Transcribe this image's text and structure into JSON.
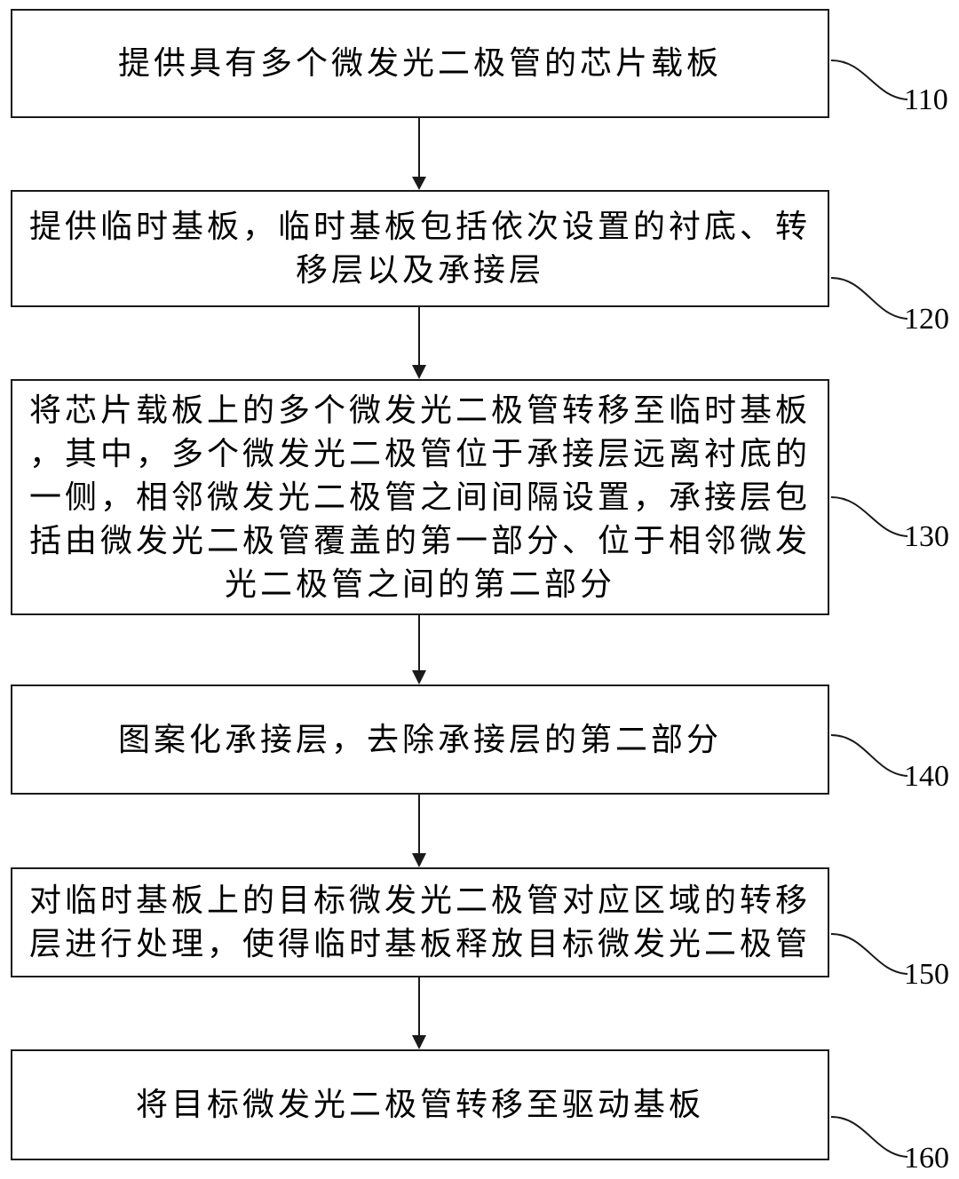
{
  "steps": [
    {
      "id": "110",
      "text": "提供具有多个微发光二极管的芯片载板"
    },
    {
      "id": "120",
      "text": "提供临时基板，临时基板包括依次设置的衬底、转\n移层以及承接层"
    },
    {
      "id": "130",
      "text": "将芯片载板上的多个微发光二极管转移至临时基板\n，其中，多个微发光二极管位于承接层远离衬底的\n一侧，相邻微发光二极管之间间隔设置，承接层包\n括由微发光二极管覆盖的第一部分、位于相邻微发\n光二极管之间的第二部分"
    },
    {
      "id": "140",
      "text": "图案化承接层，去除承接层的第二部分"
    },
    {
      "id": "150",
      "text": "对临时基板上的目标微发光二极管对应区域的转移\n层进行处理，使得临时基板释放目标微发光二极管"
    },
    {
      "id": "160",
      "text": "将目标微发光二极管转移至驱动基板"
    }
  ]
}
